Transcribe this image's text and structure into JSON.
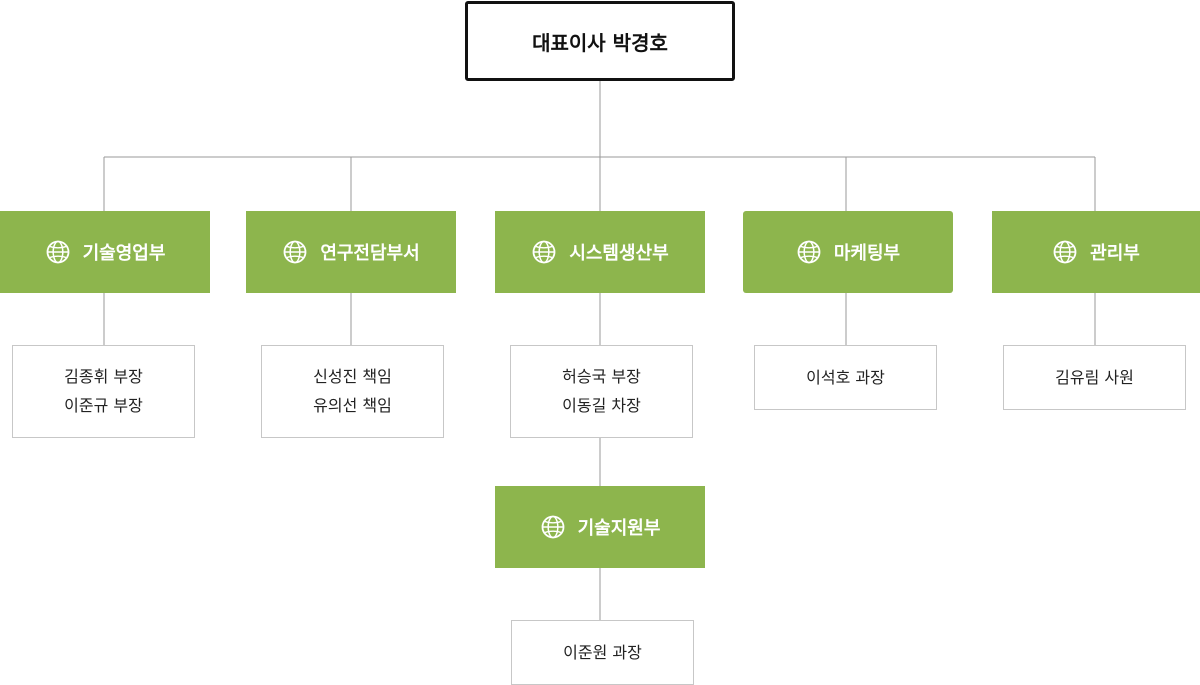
{
  "chart": {
    "ceo": "대표이사 박경호",
    "colors": {
      "department_fill": "#8db54d",
      "department_text": "#ffffff",
      "connector": "#9a9a9a",
      "ceo_border": "#111111",
      "staff_border": "#c7c7c7"
    },
    "department_icon": "globe-icon",
    "departments": [
      {
        "name": "기술영업부",
        "staff": [
          "김종휘 부장",
          "이준규 부장"
        ]
      },
      {
        "name": "연구전담부서",
        "staff": [
          "신성진 책임",
          "유의선 책임"
        ]
      },
      {
        "name": "시스템생산부",
        "staff": [
          "허승국 부장",
          "이동길 차장"
        ]
      },
      {
        "name": "마케팅부",
        "staff": [
          "이석호 과장"
        ]
      },
      {
        "name": "관리부",
        "staff": [
          "김유림 사원"
        ]
      }
    ],
    "sub_department": {
      "parent": "시스템생산부",
      "name": "기술지원부",
      "staff": [
        "이준원 과장"
      ]
    }
  }
}
